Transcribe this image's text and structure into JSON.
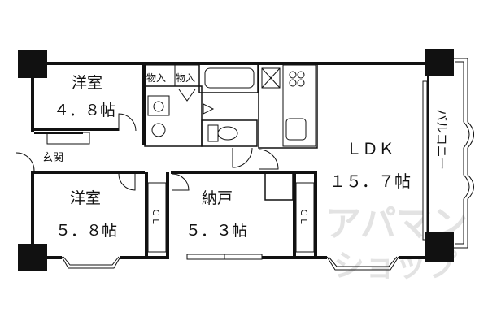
{
  "rooms": {
    "western_room_1": {
      "name": "洋室",
      "size": "４．８帖"
    },
    "western_room_2": {
      "name": "洋室",
      "size": "５．８帖"
    },
    "storage_room": {
      "name": "納戸",
      "size": "５．３帖"
    },
    "ldk": {
      "name": "ＬＤＫ",
      "size": "１５．７帖"
    },
    "entrance": {
      "name": "玄関"
    },
    "balcony": {
      "name": "バルコニー"
    },
    "closet_1": {
      "name": "物入"
    },
    "closet_2": {
      "name": "物入"
    },
    "cl_1": {
      "name": "ＣＬ"
    },
    "cl_2": {
      "name": "ＣＬ"
    }
  },
  "watermark": {
    "text": "アパマンショップ"
  },
  "colors": {
    "wall": "#111111",
    "background": "#ffffff",
    "watermark": "#d8d8d8"
  }
}
